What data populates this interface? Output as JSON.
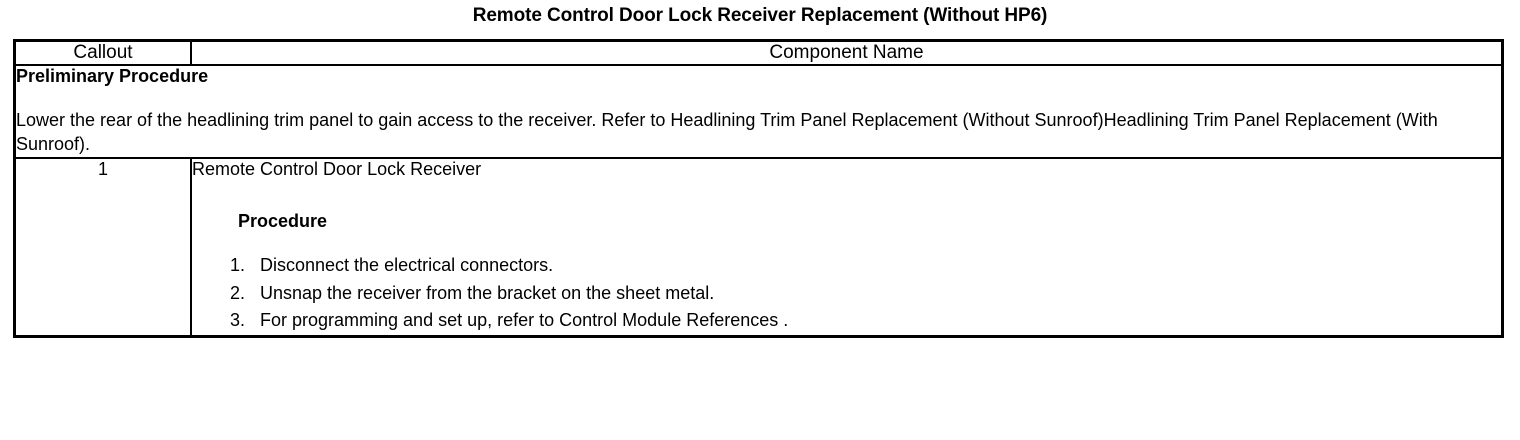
{
  "document": {
    "title": "Remote Control Door Lock Receiver Replacement (Without HP6)"
  },
  "table": {
    "headers": {
      "callout": "Callout",
      "component_name": "Component Name"
    },
    "preliminary": {
      "heading": "Preliminary Procedure",
      "body": "Lower the rear of the headlining trim panel to gain access to the receiver. Refer to Headlining Trim Panel Replacement (Without Sunroof)Headlining Trim Panel Replacement (With Sunroof)."
    },
    "rows": [
      {
        "callout": "1",
        "component_name": "Remote Control Door Lock Receiver",
        "procedure_heading": "Procedure",
        "steps": [
          "Disconnect the electrical connectors.",
          "Unsnap the receiver from the bracket on the sheet metal.",
          "For programming and set up, refer to Control Module References ."
        ]
      }
    ]
  },
  "colors": {
    "text": "#000000",
    "background": "#ffffff",
    "border": "#000000"
  }
}
